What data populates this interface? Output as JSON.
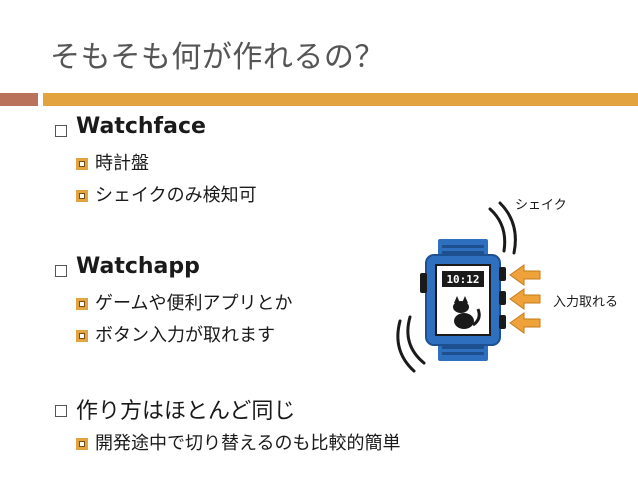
{
  "title": "そもそも何が作れるの？",
  "sections": [
    {
      "label": "Watchface",
      "items": [
        "時計盤",
        "シェイクのみ検知可"
      ]
    },
    {
      "label": "Watchapp",
      "items": [
        "ゲームや便利アプリとか",
        "ボタン入力が取れます"
      ]
    },
    {
      "label": "作り方はほとんど同じ",
      "items": [
        "開発途中で切り替えるのも比較的簡単"
      ]
    }
  ],
  "watch": {
    "time": "10:12",
    "shake_label": "シェイク",
    "input_label": "入力取れる"
  },
  "colors": {
    "title_text": "#555555",
    "bar_left": "#b8735a",
    "bar_right": "#e3a33e",
    "bullet_accent": "#e3a33e",
    "watch_body": "#2f6fc0",
    "arrow_fill": "#eea23a"
  }
}
